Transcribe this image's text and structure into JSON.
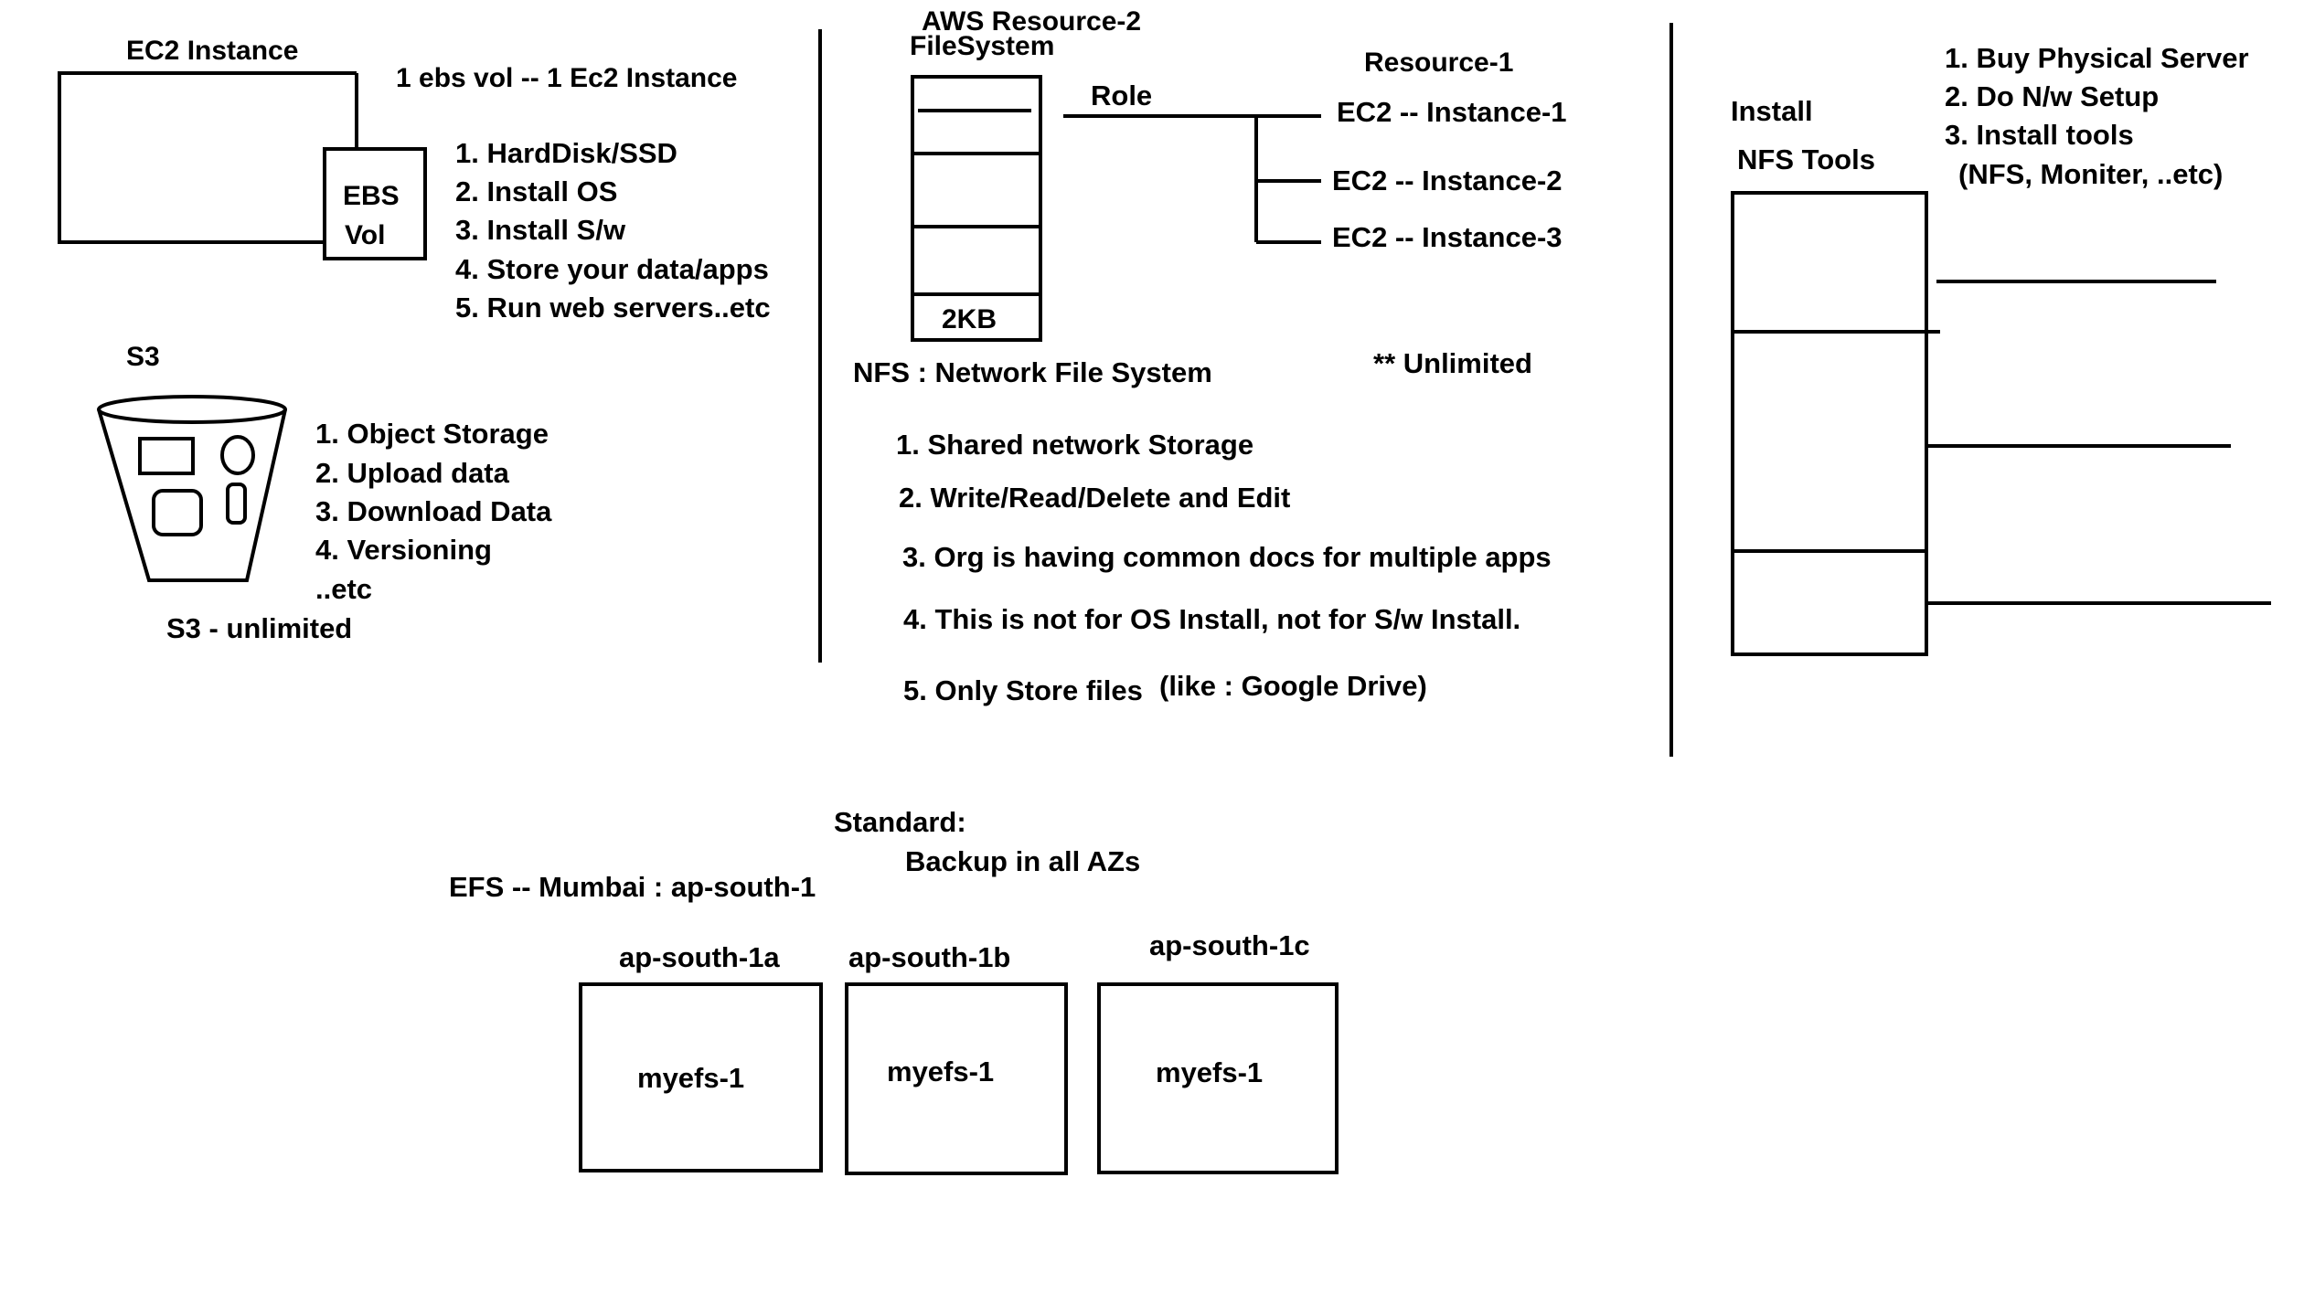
{
  "ec2": {
    "title": "EC2 Instance",
    "ebs_line1": "EBS",
    "ebs_line2": "Vol",
    "relation": "1 ebs vol -- 1 Ec2 Instance",
    "steps": [
      "1. HardDisk/SSD",
      "2. Install OS",
      "3. Install S/w",
      "4. Store your data/apps",
      "5. Run web servers..etc"
    ]
  },
  "s3": {
    "title": "S3",
    "features": [
      "1. Object Storage",
      "2. Upload data",
      "3. Download Data",
      "4. Versioning",
      "..etc"
    ],
    "footer": "S3 - unlimited"
  },
  "efs_panel": {
    "title_line1": "AWS Resource-2",
    "title_line2": "FileSystem",
    "cell_label": "2KB",
    "role_label": "Role",
    "resource_title": "Resource-1",
    "instances": [
      "EC2 -- Instance-1",
      "EC2 -- Instance-2",
      "EC2 -- Instance-3"
    ],
    "nfs_label": "NFS : Network File System",
    "unlimited": "** Unlimited",
    "points": [
      "1. Shared network Storage",
      "2. Write/Read/Delete and Edit",
      "3. Org is having common docs for multiple apps",
      "4. This is not for OS Install, not for  S/w Install.",
      "5. Only Store files"
    ],
    "point5_note": "(like : Google Drive)"
  },
  "onprem": {
    "install_line1": "Install",
    "install_line2": "NFS Tools",
    "steps": [
      "1. Buy Physical Server",
      "2. Do N/w Setup",
      "3. Install tools",
      "(NFS, Moniter, ..etc)"
    ]
  },
  "bottom": {
    "standard": "Standard:",
    "backup": "Backup in all AZs",
    "region": "EFS -- Mumbai  : ap-south-1",
    "zones": [
      {
        "name": "ap-south-1a",
        "fs": "myefs-1"
      },
      {
        "name": "ap-south-1b",
        "fs": "myefs-1"
      },
      {
        "name": "ap-south-1c",
        "fs": "myefs-1"
      }
    ]
  }
}
